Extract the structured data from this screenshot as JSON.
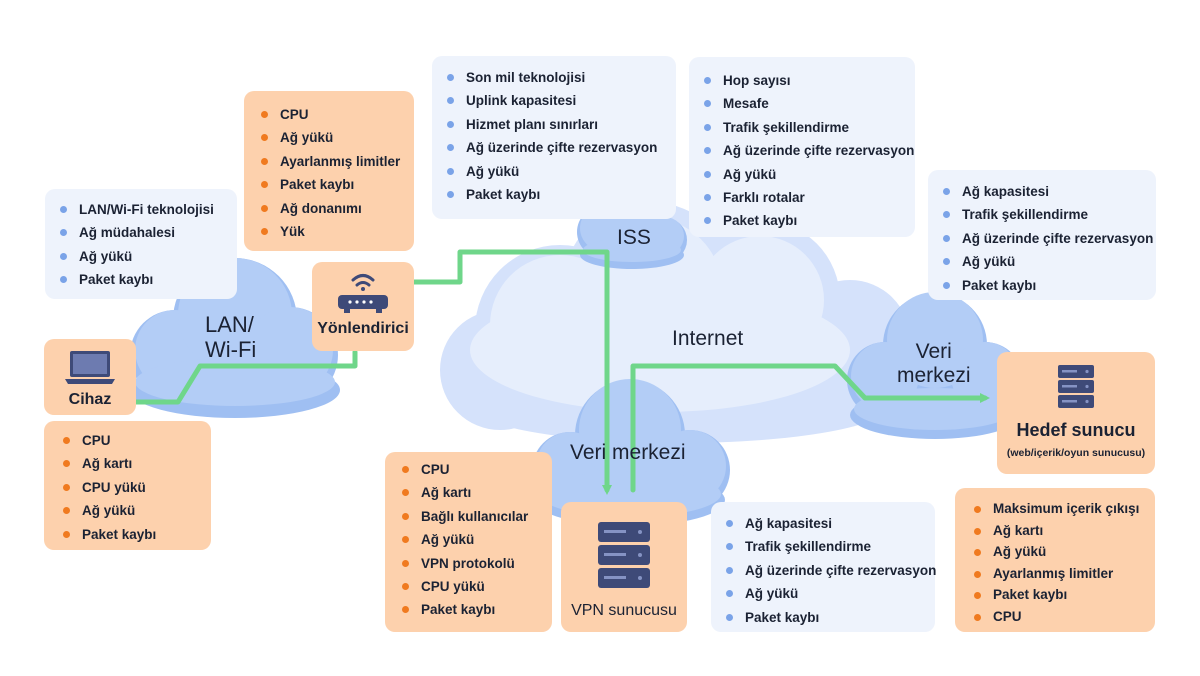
{
  "nodes": {
    "device": "Cihaz",
    "router": "Yönlendirici",
    "lan": "LAN/\nWi-Fi",
    "isp": "ISS",
    "internet": "Internet",
    "datacenter_left": "Veri merkezi",
    "datacenter_right": "Veri\nmerkezi",
    "vpn_server": "VPN sunucusu",
    "target_server": "Hedef sunucu",
    "target_server_sub": "(web/içerik/oyun sunucusu)"
  },
  "lists": {
    "lan": [
      "LAN/Wi-Fi teknolojisi",
      "Ağ müdahalesi",
      "Ağ yükü",
      "Paket kaybı"
    ],
    "router": [
      "CPU",
      "Ağ yükü",
      "Ayarlanmış limitler",
      "Paket kaybı",
      "Ağ donanımı",
      "Yük"
    ],
    "isp": [
      "Son mil teknolojisi",
      "Uplink kapasitesi",
      "Hizmet planı sınırları",
      "Ağ üzerinde çifte rezervasyon",
      "Ağ yükü",
      "Paket kaybı"
    ],
    "internet": [
      "Hop sayısı",
      "Mesafe",
      "Trafik şekillendirme",
      "Ağ üzerinde çifte rezervasyon",
      "Ağ yükü",
      "Farklı rotalar",
      "Paket kaybı"
    ],
    "datacenter_right": [
      "Ağ kapasitesi",
      "Trafik şekillendirme",
      "Ağ üzerinde çifte rezervasyon",
      "Ağ yükü",
      "Paket kaybı"
    ],
    "device": [
      "CPU",
      "Ağ kartı",
      "CPU yükü",
      "Ağ yükü",
      "Paket kaybı"
    ],
    "vpn_server": [
      "CPU",
      "Ağ kartı",
      "Bağlı kullanıcılar",
      "Ağ yükü",
      "VPN protokolü",
      "CPU yükü",
      "Paket kaybı"
    ],
    "datacenter_left": [
      "Ağ kapasitesi",
      "Trafik şekillendirme",
      "Ağ üzerinde çifte rezervasyon",
      "Ağ yükü",
      "Paket kaybı"
    ],
    "target_server": [
      "Maksimum içerik çıkışı",
      "Ağ kartı",
      "Ağ yükü",
      "Ayarlanmış limitler",
      "Paket kaybı",
      "CPU"
    ]
  },
  "colors": {
    "cloud_light": "#d5e2fb",
    "cloud_mid": "#b3cdf6",
    "box_blue": "#eef3fc",
    "box_orange": "#fdd1ad",
    "bullet_blue": "#7aa3e8",
    "bullet_orange": "#f07a1f",
    "route_line": "#6fd68a",
    "icon_dark": "#3e4a78"
  }
}
